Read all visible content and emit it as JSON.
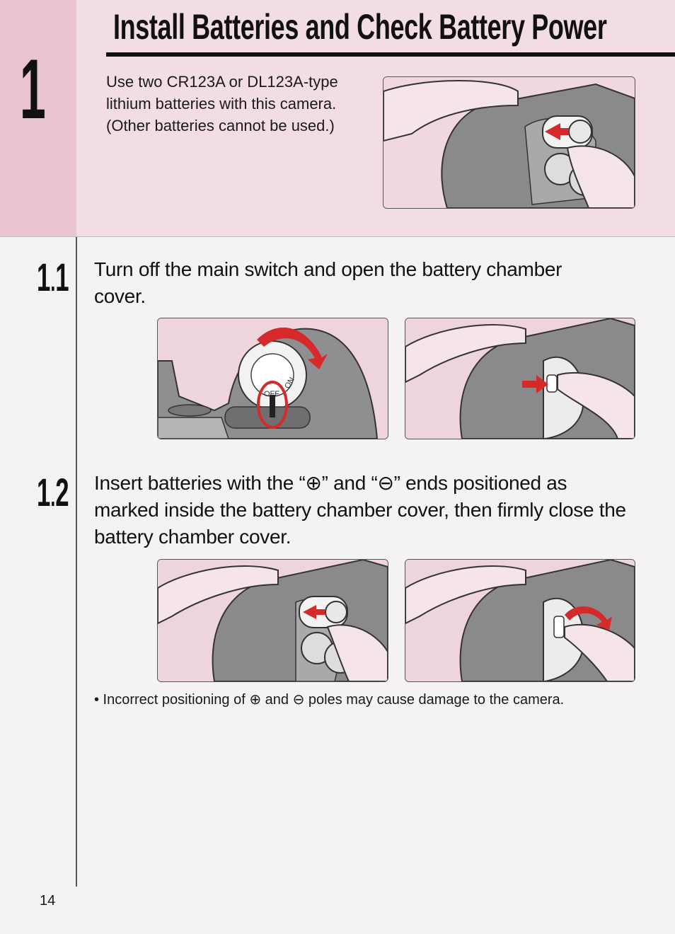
{
  "section": {
    "number": "1",
    "title": "Install Batteries and Check Battery Power",
    "intro": "Use two CR123A or DL123A-type lithium batteries with this camera. (Other batteries cannot be used.)"
  },
  "steps": [
    {
      "number_main": "1",
      "number_sub": "1",
      "text": "Turn off the main switch and open the battery chamber cover."
    },
    {
      "number_main": "1",
      "number_sub": "2",
      "text": "Insert batteries with the “⊕” and “⊖” ends positioned as marked inside the battery chamber cover, then firmly close the battery chamber cover."
    }
  ],
  "photos": {
    "dial_label_off": "OFF",
    "dial_label_on": "ON"
  },
  "note": "• Incorrect positioning of ⊕ and ⊖ poles may cause damage to the camera.",
  "page_number": "14",
  "colors": {
    "pink_band": "#f1dde2",
    "pink_side": "#e9c6cf",
    "arrow_red": "#d62a2a"
  }
}
